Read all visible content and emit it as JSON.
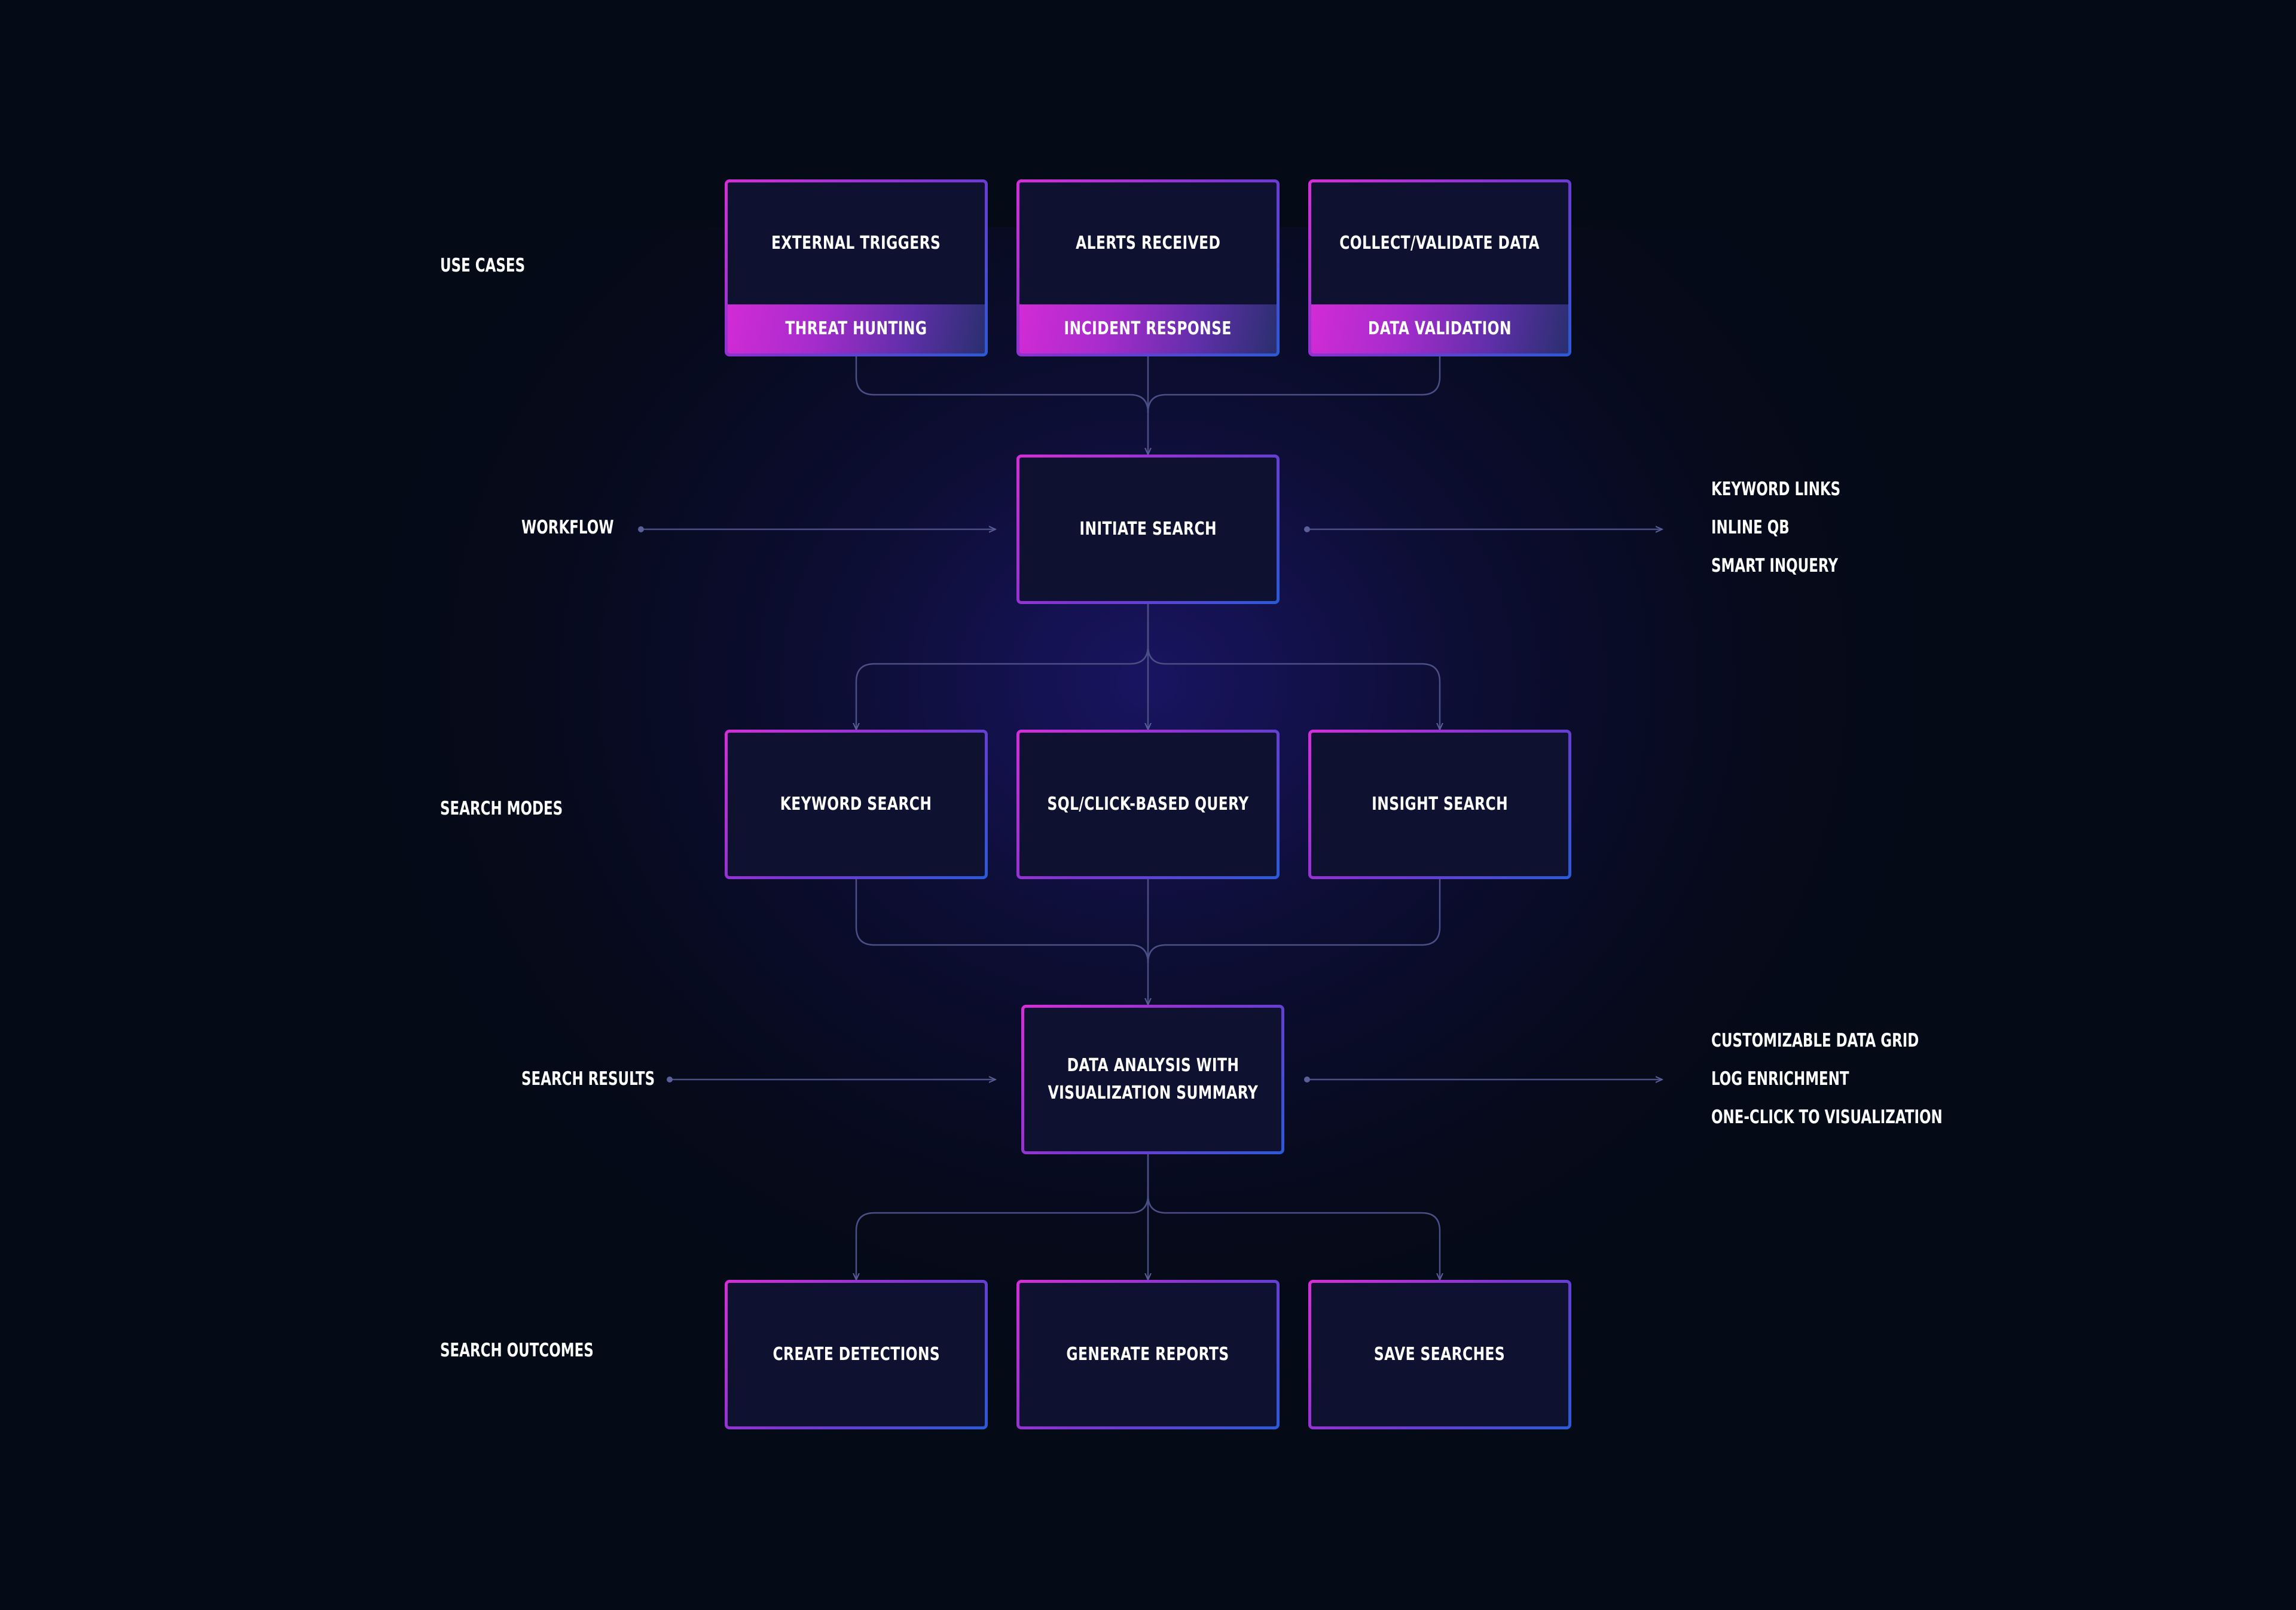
{
  "rows": {
    "use_cases": "USE CASES",
    "workflow": "WORKFLOW",
    "search_modes": "SEARCH MODES",
    "search_results": "SEARCH RESULTS",
    "search_outcomes": "SEARCH OUTCOMES"
  },
  "use_cases": [
    {
      "label": "EXTERNAL TRIGGERS",
      "band": "THREAT HUNTING"
    },
    {
      "label": "ALERTS RECEIVED",
      "band": "INCIDENT RESPONSE"
    },
    {
      "label": "COLLECT/VALIDATE DATA",
      "band": "DATA VALIDATION"
    }
  ],
  "workflow": {
    "node": "INITIATE SEARCH",
    "features": [
      "KEYWORD LINKS",
      "INLINE QB",
      "SMART INQUERY"
    ]
  },
  "search_modes": [
    "KEYWORD SEARCH",
    "SQL/CLICK-BASED QUERY",
    "INSIGHT SEARCH"
  ],
  "search_results": {
    "node_line1": "DATA ANALYSIS WITH",
    "node_line2": "VISUALIZATION SUMMARY",
    "features": [
      "CUSTOMIZABLE DATA GRID",
      "LOG ENRICHMENT",
      "ONE-CLICK TO VISUALIZATION"
    ]
  },
  "search_outcomes": [
    "CREATE DETECTIONS",
    "GENERATE REPORTS",
    "SAVE SEARCHES"
  ],
  "colors": {
    "background": "#050a17",
    "box_fill": "#0f1130",
    "accent_magenta": "#d62ed8",
    "accent_blue": "#2a5ad6",
    "connector": "#4a4f86"
  }
}
